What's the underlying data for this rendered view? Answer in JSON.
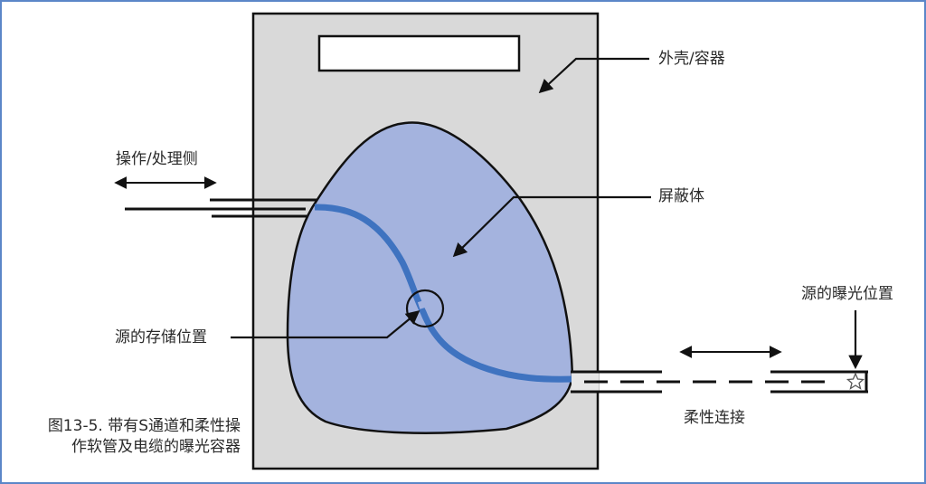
{
  "diagram": {
    "labels": {
      "housing": "外壳/容器",
      "shield": "屏蔽体",
      "operation_side": "操作/处理侧",
      "source_storage_position": "源的存储位置",
      "source_exposure_position": "源的曝光位置",
      "flexible_connection": "柔性连接"
    },
    "caption": {
      "line1": "图13-5. 带有S通道和柔性操",
      "line2": "作软管及电缆的曝光容器"
    },
    "colors": {
      "housing_fill": "#d9d9d9",
      "shield_fill": "#a4b3de",
      "s_channel": "#3f73c0",
      "outline": "#111111",
      "frame_border": "#5b86c8"
    },
    "icons": {
      "source": "star-icon"
    }
  }
}
